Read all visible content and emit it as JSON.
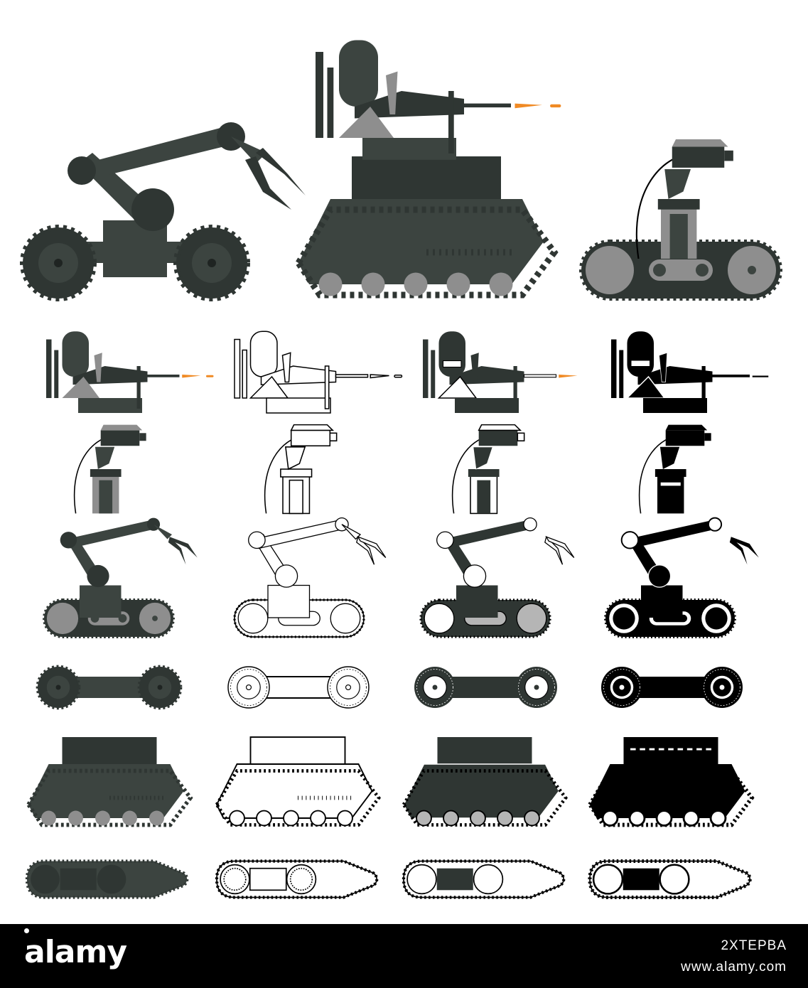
{
  "footer": {
    "brand": "alamy",
    "image_id": "2XTEPBA",
    "url": "www.alamy.com"
  },
  "palette": {
    "dark": "#2f3633",
    "mid": "#3c4440",
    "gray": "#8e8e8e",
    "light": "#b5b5b5",
    "black": "#000000",
    "flame": "#f08a24"
  },
  "styles": [
    "color",
    "outline",
    "mixed",
    "silhouette"
  ],
  "icons": [
    "wheeled-arm-robot-icon",
    "armed-tracked-robot-icon",
    "camera-tracked-robot-icon",
    "weapon-turret-icon",
    "camera-mount-icon",
    "tracked-arm-robot-icon",
    "wheel-axle-icon",
    "tank-hull-icon",
    "track-chassis-icon"
  ]
}
